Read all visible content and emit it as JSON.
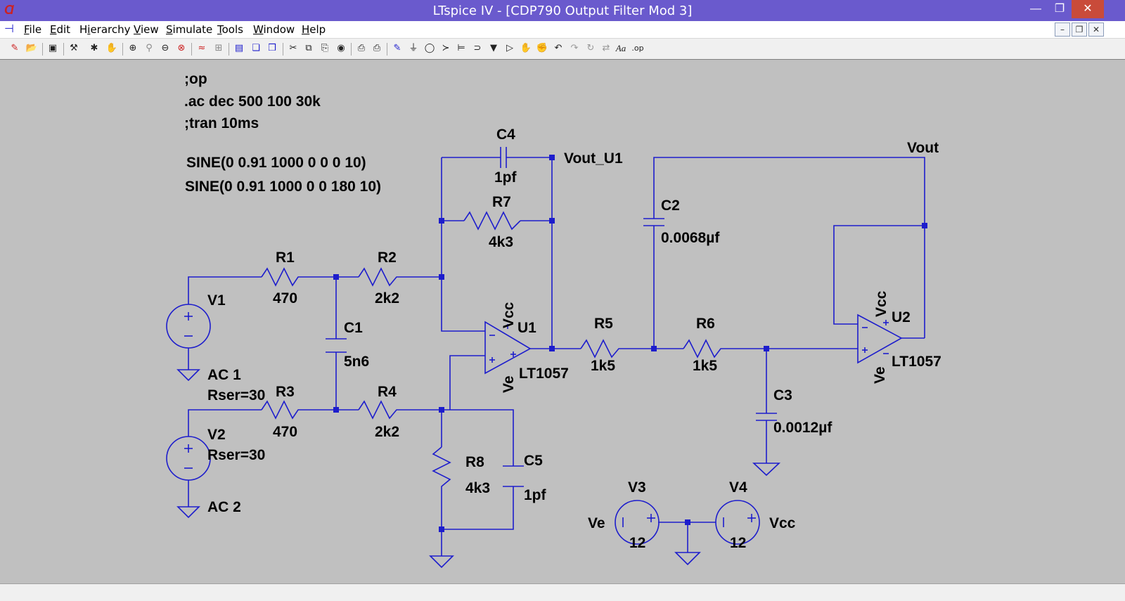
{
  "window": {
    "title": "LTspice IV - [CDP790 Output Filter Mod 3]"
  },
  "menu": [
    {
      "label": "File",
      "accel": "F"
    },
    {
      "label": "Edit",
      "accel": "E"
    },
    {
      "label": "Hierarchy",
      "accel": "i"
    },
    {
      "label": "View",
      "accel": "V"
    },
    {
      "label": "Simulate",
      "accel": "S"
    },
    {
      "label": "Tools",
      "accel": "T"
    },
    {
      "label": "Window",
      "accel": "W"
    },
    {
      "label": "Help",
      "accel": "H"
    }
  ],
  "toolbar_icons": [
    "new-schematic-icon",
    "open-icon",
    "save-icon",
    "control-panel-icon",
    "run-icon",
    "pan-icon",
    "zoom-in-icon",
    "zoom-back-icon",
    "zoom-out-icon",
    "zoom-fit-icon",
    "waveform-icon",
    "autorange-icon",
    "tile-horizontal-icon",
    "cascade-icon",
    "close-all-icon",
    "cut-icon",
    "copy-icon",
    "paste-icon",
    "find-icon",
    "print-setup-icon",
    "print-icon",
    "wire-icon",
    "ground-icon",
    "label-net-icon",
    "resistor-icon",
    "capacitor-icon",
    "inductor-icon",
    "diode-icon",
    "component-icon",
    "move-icon",
    "drag-icon",
    "undo-icon",
    "redo-icon",
    "rotate-icon",
    "mirror-icon",
    "text-icon",
    "spice-directive-icon"
  ],
  "toolbar_text": {
    "text_tool": "Aa",
    "spice_tool": ".op"
  },
  "schematic": {
    "directives": [
      ";op",
      ".ac dec 500 100 30k",
      ";tran 10ms"
    ],
    "source_specs": [
      "SINE(0 0.91 1000 0 0 0 10)",
      "SINE(0 0.91 1000 0 0 180 10)"
    ],
    "R1": {
      "name": "R1",
      "value": "470"
    },
    "R2": {
      "name": "R2",
      "value": "2k2"
    },
    "R3": {
      "name": "R3",
      "value": "470"
    },
    "R4": {
      "name": "R4",
      "value": "2k2"
    },
    "R5": {
      "name": "R5",
      "value": "1k5"
    },
    "R6": {
      "name": "R6",
      "value": "1k5"
    },
    "R7": {
      "name": "R7",
      "value": "4k3"
    },
    "R8": {
      "name": "R8",
      "value": "4k3"
    },
    "C1": {
      "name": "C1",
      "value": "5n6"
    },
    "C2": {
      "name": "C2",
      "value": "0.0068µf"
    },
    "C3": {
      "name": "C3",
      "value": "0.0012µf"
    },
    "C4": {
      "name": "C4",
      "value": "1pf"
    },
    "C5": {
      "name": "C5",
      "value": "1pf"
    },
    "V1": {
      "name": "V1",
      "ac": "AC 1",
      "rser": "Rser=30"
    },
    "V2": {
      "name": "V2",
      "ac": "AC 2",
      "rser": "Rser=30"
    },
    "V3": {
      "name": "V3",
      "value": "12"
    },
    "V4": {
      "name": "V4",
      "value": "12"
    },
    "U1": {
      "name": "U1",
      "model": "LT1057",
      "vcc": "Vcc",
      "ve": "Ve"
    },
    "U2": {
      "name": "U2",
      "model": "LT1057",
      "vcc": "Vcc",
      "ve": "Ve"
    },
    "nets": {
      "vout_u1": "Vout_U1",
      "vout": "Vout",
      "ve": "Ve",
      "vcc": "Vcc"
    }
  },
  "colors": {
    "wire": "#1d1dcc",
    "canvas": "#c0c0c0",
    "titlebar": "#6a5acd"
  }
}
